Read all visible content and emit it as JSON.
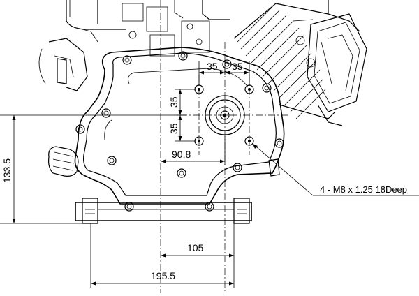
{
  "drawing": {
    "dimensions": {
      "bolt_spacing_left": "35",
      "bolt_spacing_right": "35",
      "bolt_spacing_upper": "35",
      "bolt_spacing_lower": "35",
      "bolt_offset": "90.8",
      "base_height": "133.5",
      "base_offset": "105",
      "base_width": "195.5"
    },
    "callout": {
      "bolt_holes": "4 - M8 x 1.25 18Deep"
    }
  }
}
